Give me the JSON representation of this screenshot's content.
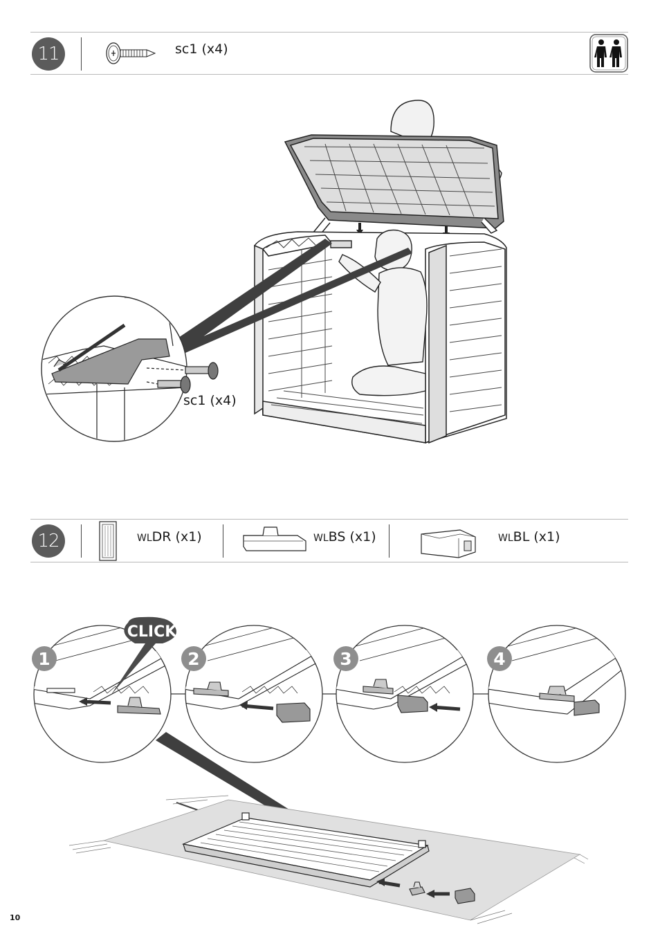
{
  "step11": {
    "number": "11",
    "part_code": "sc1",
    "part_qty": "(x4)",
    "callout_code": "sc1",
    "callout_qty": "(x4)",
    "icon": "two-person-icon"
  },
  "step12": {
    "number": "12",
    "parts": [
      {
        "prefix": "WL",
        "code": "DR",
        "qty": "(x1)",
        "icon": "door-panel-icon"
      },
      {
        "prefix": "WL",
        "code": "BS",
        "qty": "(x1)",
        "icon": "bolt-slider-icon"
      },
      {
        "prefix": "WL",
        "code": "BL",
        "qty": "(x1)",
        "icon": "bolt-lock-icon"
      }
    ],
    "click_label": "CLICK",
    "sub_steps": [
      "1",
      "2",
      "3",
      "4"
    ]
  },
  "page_number": "10"
}
